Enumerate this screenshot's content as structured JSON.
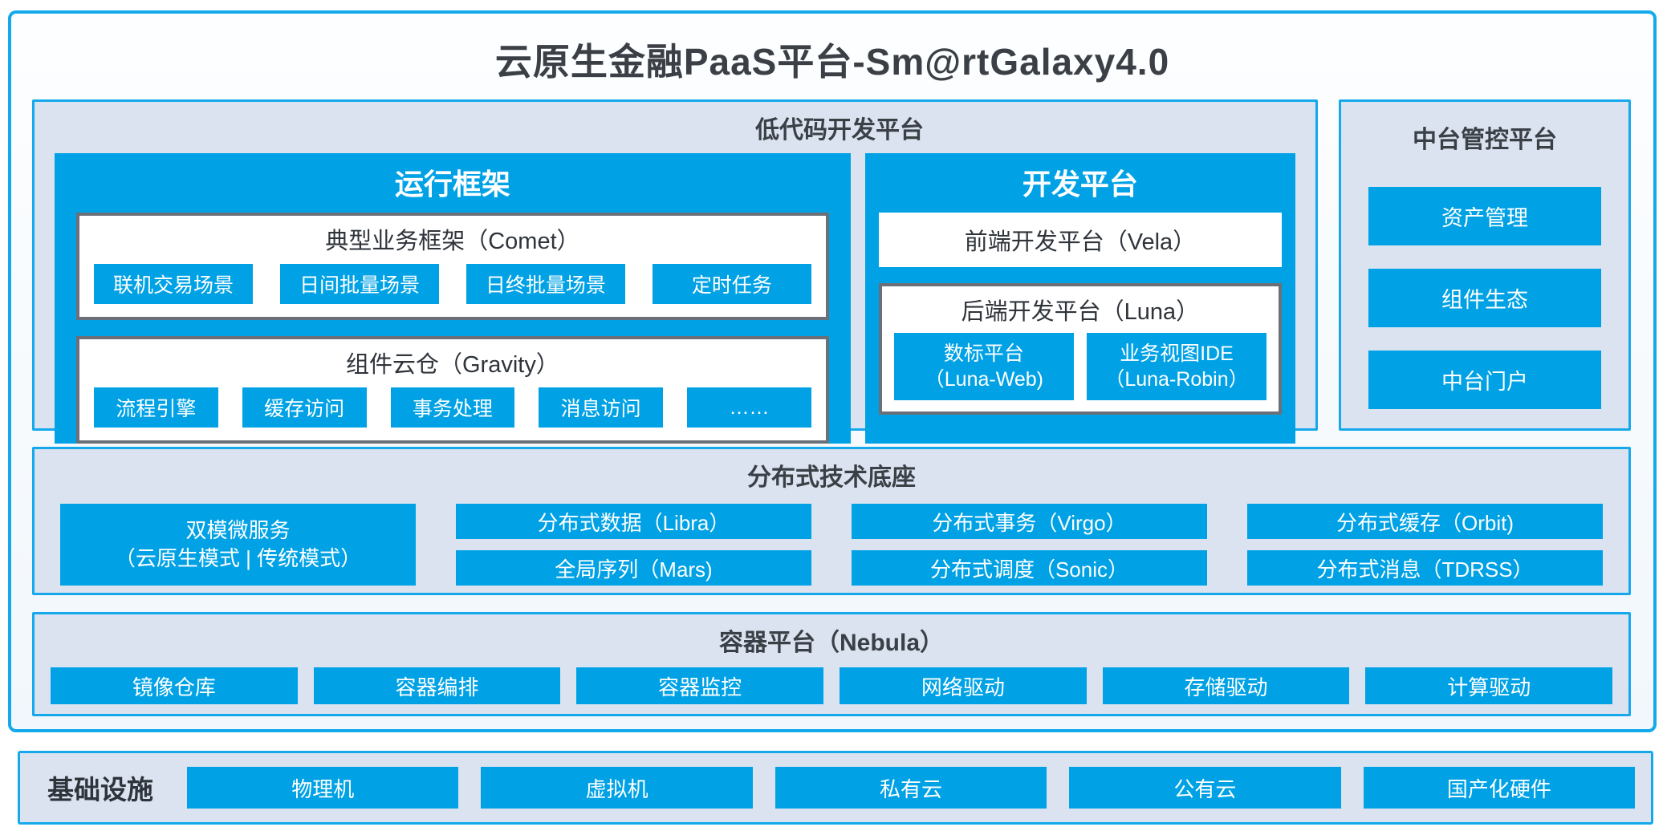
{
  "title": "云原生金融PaaS平台-Sm@rtGalaxy4.0",
  "colors": {
    "accent_blue": "#00A2E5",
    "border_blue": "#15A9EC",
    "panel_background": "#DBE3F1",
    "grey_border": "#6B7078",
    "dark_text": "#3B4046"
  },
  "low_code": {
    "title": "低代码开发平台",
    "runtime": {
      "title": "运行框架",
      "groups": [
        {
          "title": "典型业务框架（Comet）",
          "items": [
            "联机交易场景",
            "日间批量场景",
            "日终批量场景",
            "定时任务"
          ]
        },
        {
          "title": "组件云仓（Gravity）",
          "items": [
            "流程引擎",
            "缓存访问",
            "事务处理",
            "消息访问",
            "……"
          ]
        }
      ]
    },
    "dev": {
      "title": "开发平台",
      "frontend": "前端开发平台（Vela）",
      "backend": {
        "title": "后端开发平台（Luna）",
        "items": [
          {
            "line1": "数标平台",
            "line2": "（Luna-Web)"
          },
          {
            "line1": "业务视图IDE",
            "line2": "（Luna-Robin）"
          }
        ]
      }
    }
  },
  "mid_platform": {
    "title": "中台管控平台",
    "items": [
      "资产管理",
      "组件生态",
      "中台门户"
    ]
  },
  "distributed": {
    "title": "分布式技术底座",
    "dual_mode": {
      "line1": "双模微服务",
      "line2": "（云原生模式 | 传统模式）"
    },
    "grid": [
      "分布式数据（Libra）",
      "分布式事务（Virgo）",
      "分布式缓存（Orbit)",
      "全局序列（Mars)",
      "分布式调度（Sonic）",
      "分布式消息（TDRSS）"
    ]
  },
  "container_platform": {
    "title": "容器平台（Nebula）",
    "items": [
      "镜像仓库",
      "容器编排",
      "容器监控",
      "网络驱动",
      "存储驱动",
      "计算驱动"
    ]
  },
  "infrastructure": {
    "title": "基础设施",
    "items": [
      "物理机",
      "虚拟机",
      "私有云",
      "公有云",
      "国产化硬件"
    ]
  }
}
